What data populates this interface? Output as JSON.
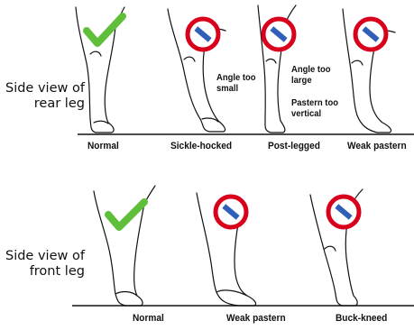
{
  "rows": [
    {
      "label_line1": "Side view of",
      "label_line2": "rear leg",
      "legs": [
        {
          "caption": "Normal",
          "status": "correct"
        },
        {
          "caption": "Sickle-hocked",
          "status": "incorrect",
          "note_lines": [
            "Angle too",
            "small"
          ]
        },
        {
          "caption": "Post-legged",
          "status": "incorrect",
          "note_lines": [
            "Angle too",
            "large",
            "Pastern too",
            "vertical"
          ]
        },
        {
          "caption": "Weak pastern",
          "status": "incorrect"
        }
      ]
    },
    {
      "label_line1": "Side view of",
      "label_line2": "front leg",
      "legs": [
        {
          "caption": "Normal",
          "status": "correct"
        },
        {
          "caption": "Weak pastern",
          "status": "incorrect"
        },
        {
          "caption": "Buck-kneed",
          "status": "incorrect"
        }
      ]
    }
  ],
  "colors": {
    "check": "#5fbf3a",
    "no_sign_ring": "#d9001b",
    "no_sign_fill": "#ffffff",
    "no_sign_bar": "#2f5fb8",
    "line": "#111111"
  }
}
